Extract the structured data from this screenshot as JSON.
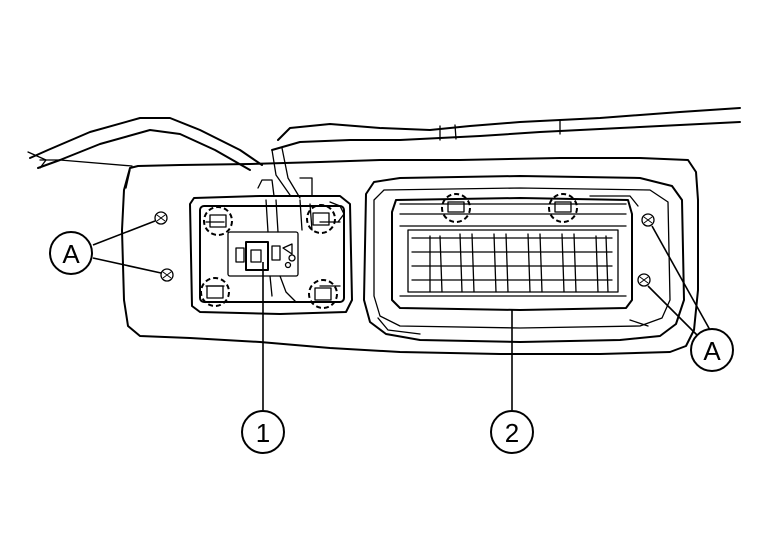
{
  "callouts": {
    "fastener_left": "A",
    "fastener_right": "A",
    "item_1": "1",
    "item_2": "2"
  },
  "colors": {
    "line": "#000000",
    "background": "#ffffff"
  }
}
